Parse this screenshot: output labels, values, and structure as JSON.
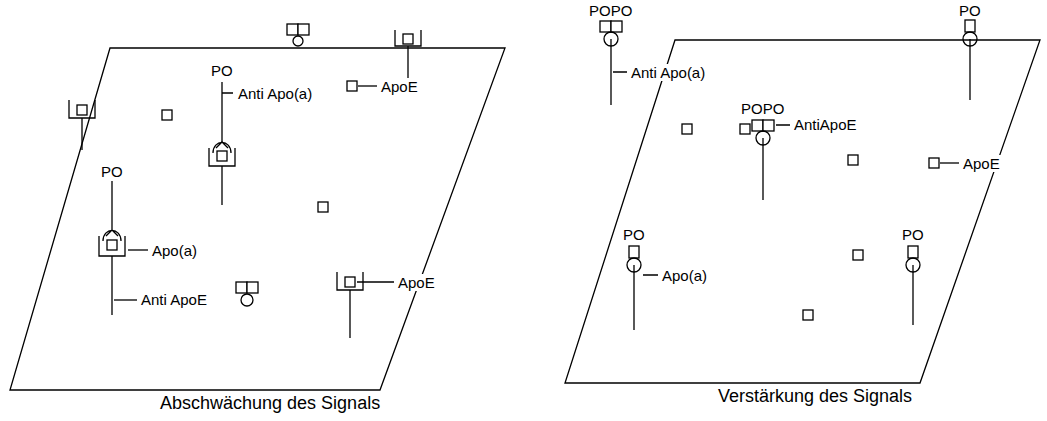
{
  "diagram": {
    "labels": [
      "PO",
      "Anti Apo(a)",
      "ApoE",
      "PO",
      "Apo(a)",
      "Anti ApoE",
      "ApoE",
      "Abschwächung des Signals",
      "POPO",
      "PO",
      "Anti Apo(a)",
      "POPO",
      "AntiApoE",
      "ApoE",
      "PO",
      "Apo(a)",
      "PO",
      "Verstärkung des Signals"
    ]
  }
}
